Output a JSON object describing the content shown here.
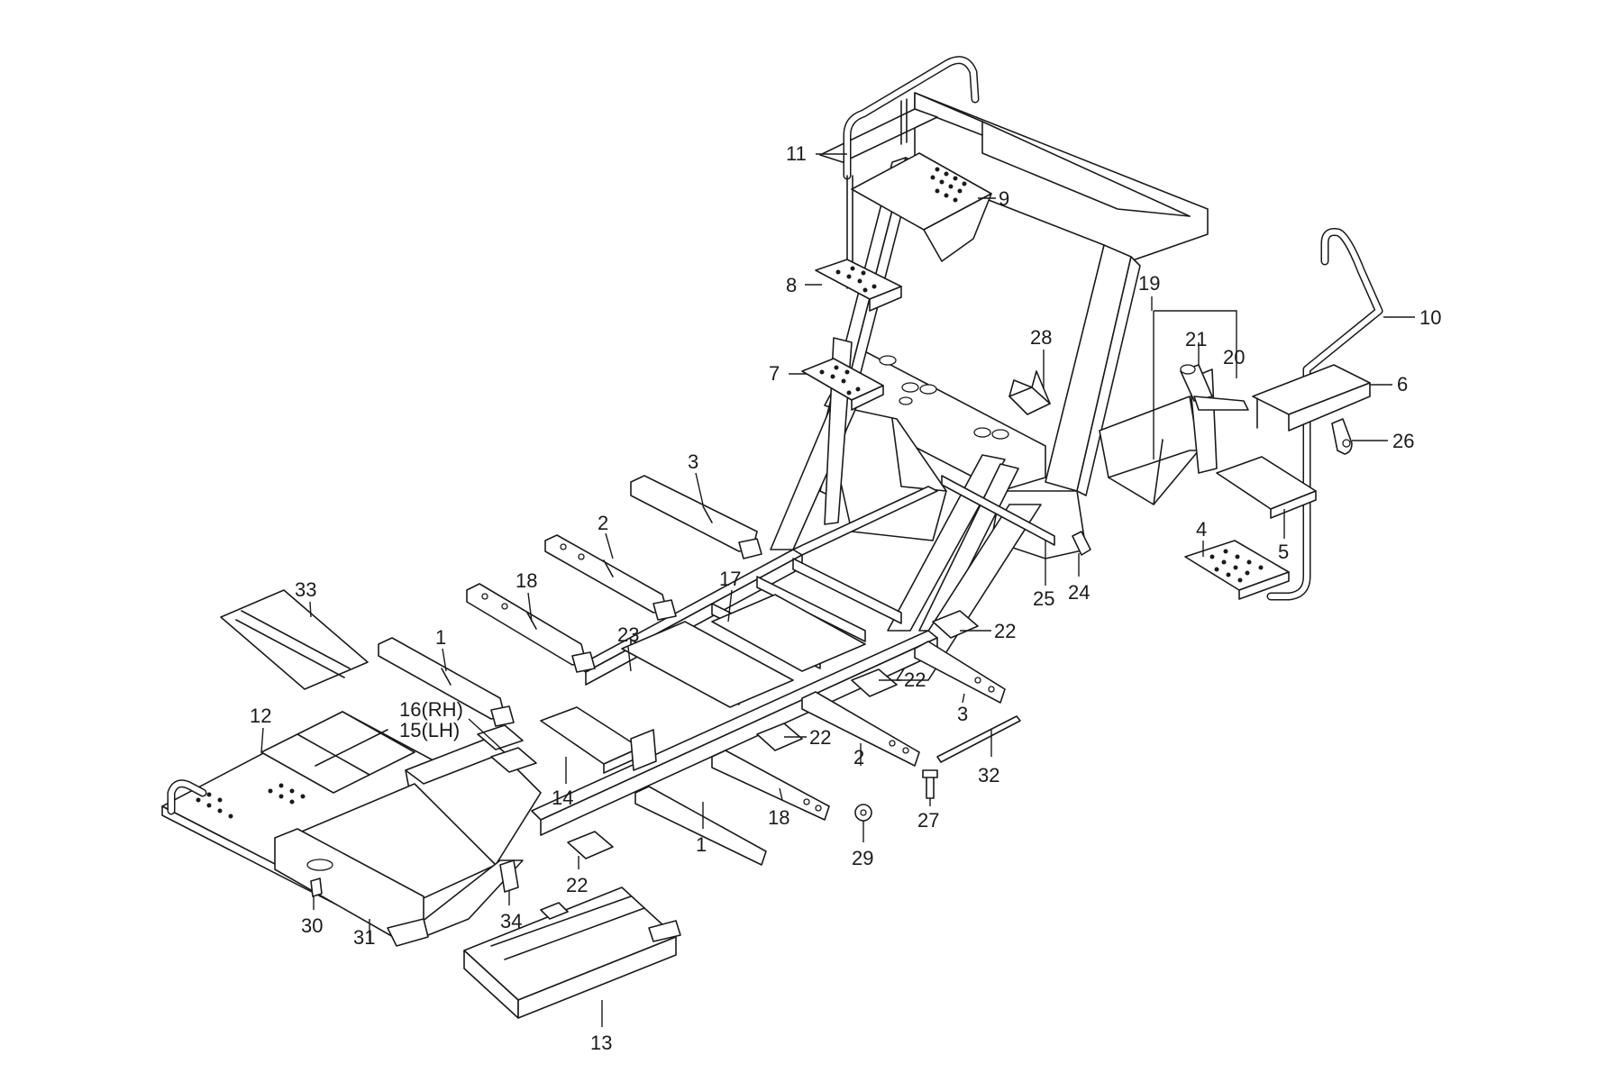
{
  "diagram": {
    "colors": {
      "ink": "#1a1a1a",
      "background": "#ffffff"
    },
    "callouts": [
      {
        "id": "c11",
        "text": "11"
      },
      {
        "id": "c9",
        "text": "9"
      },
      {
        "id": "c8",
        "text": "8"
      },
      {
        "id": "c7",
        "text": "7"
      },
      {
        "id": "c28",
        "text": "28"
      },
      {
        "id": "c19",
        "text": "19"
      },
      {
        "id": "c21",
        "text": "21"
      },
      {
        "id": "c20",
        "text": "20"
      },
      {
        "id": "c10",
        "text": "10"
      },
      {
        "id": "c6",
        "text": "6"
      },
      {
        "id": "c26",
        "text": "26"
      },
      {
        "id": "c3a",
        "text": "3"
      },
      {
        "id": "c2a",
        "text": "2"
      },
      {
        "id": "c18a",
        "text": "18"
      },
      {
        "id": "c17",
        "text": "17"
      },
      {
        "id": "c33",
        "text": "33"
      },
      {
        "id": "c1a",
        "text": "1"
      },
      {
        "id": "c23",
        "text": "23"
      },
      {
        "id": "c4",
        "text": "4"
      },
      {
        "id": "c5",
        "text": "5"
      },
      {
        "id": "c25",
        "text": "25"
      },
      {
        "id": "c24",
        "text": "24"
      },
      {
        "id": "c22a",
        "text": "22"
      },
      {
        "id": "c22b",
        "text": "22"
      },
      {
        "id": "c22c",
        "text": "22"
      },
      {
        "id": "c22d",
        "text": "22"
      },
      {
        "id": "c12",
        "text": "12"
      },
      {
        "id": "c16",
        "text": "16(RH)"
      },
      {
        "id": "c15",
        "text": "15(LH)"
      },
      {
        "id": "c3b",
        "text": "3"
      },
      {
        "id": "c32",
        "text": "32"
      },
      {
        "id": "c2b",
        "text": "2"
      },
      {
        "id": "c14",
        "text": "14"
      },
      {
        "id": "c18b",
        "text": "18"
      },
      {
        "id": "c27",
        "text": "27"
      },
      {
        "id": "c1b",
        "text": "1"
      },
      {
        "id": "c29",
        "text": "29"
      },
      {
        "id": "c30",
        "text": "30"
      },
      {
        "id": "c31",
        "text": "31"
      },
      {
        "id": "c34",
        "text": "34"
      },
      {
        "id": "c13",
        "text": "13"
      }
    ]
  }
}
